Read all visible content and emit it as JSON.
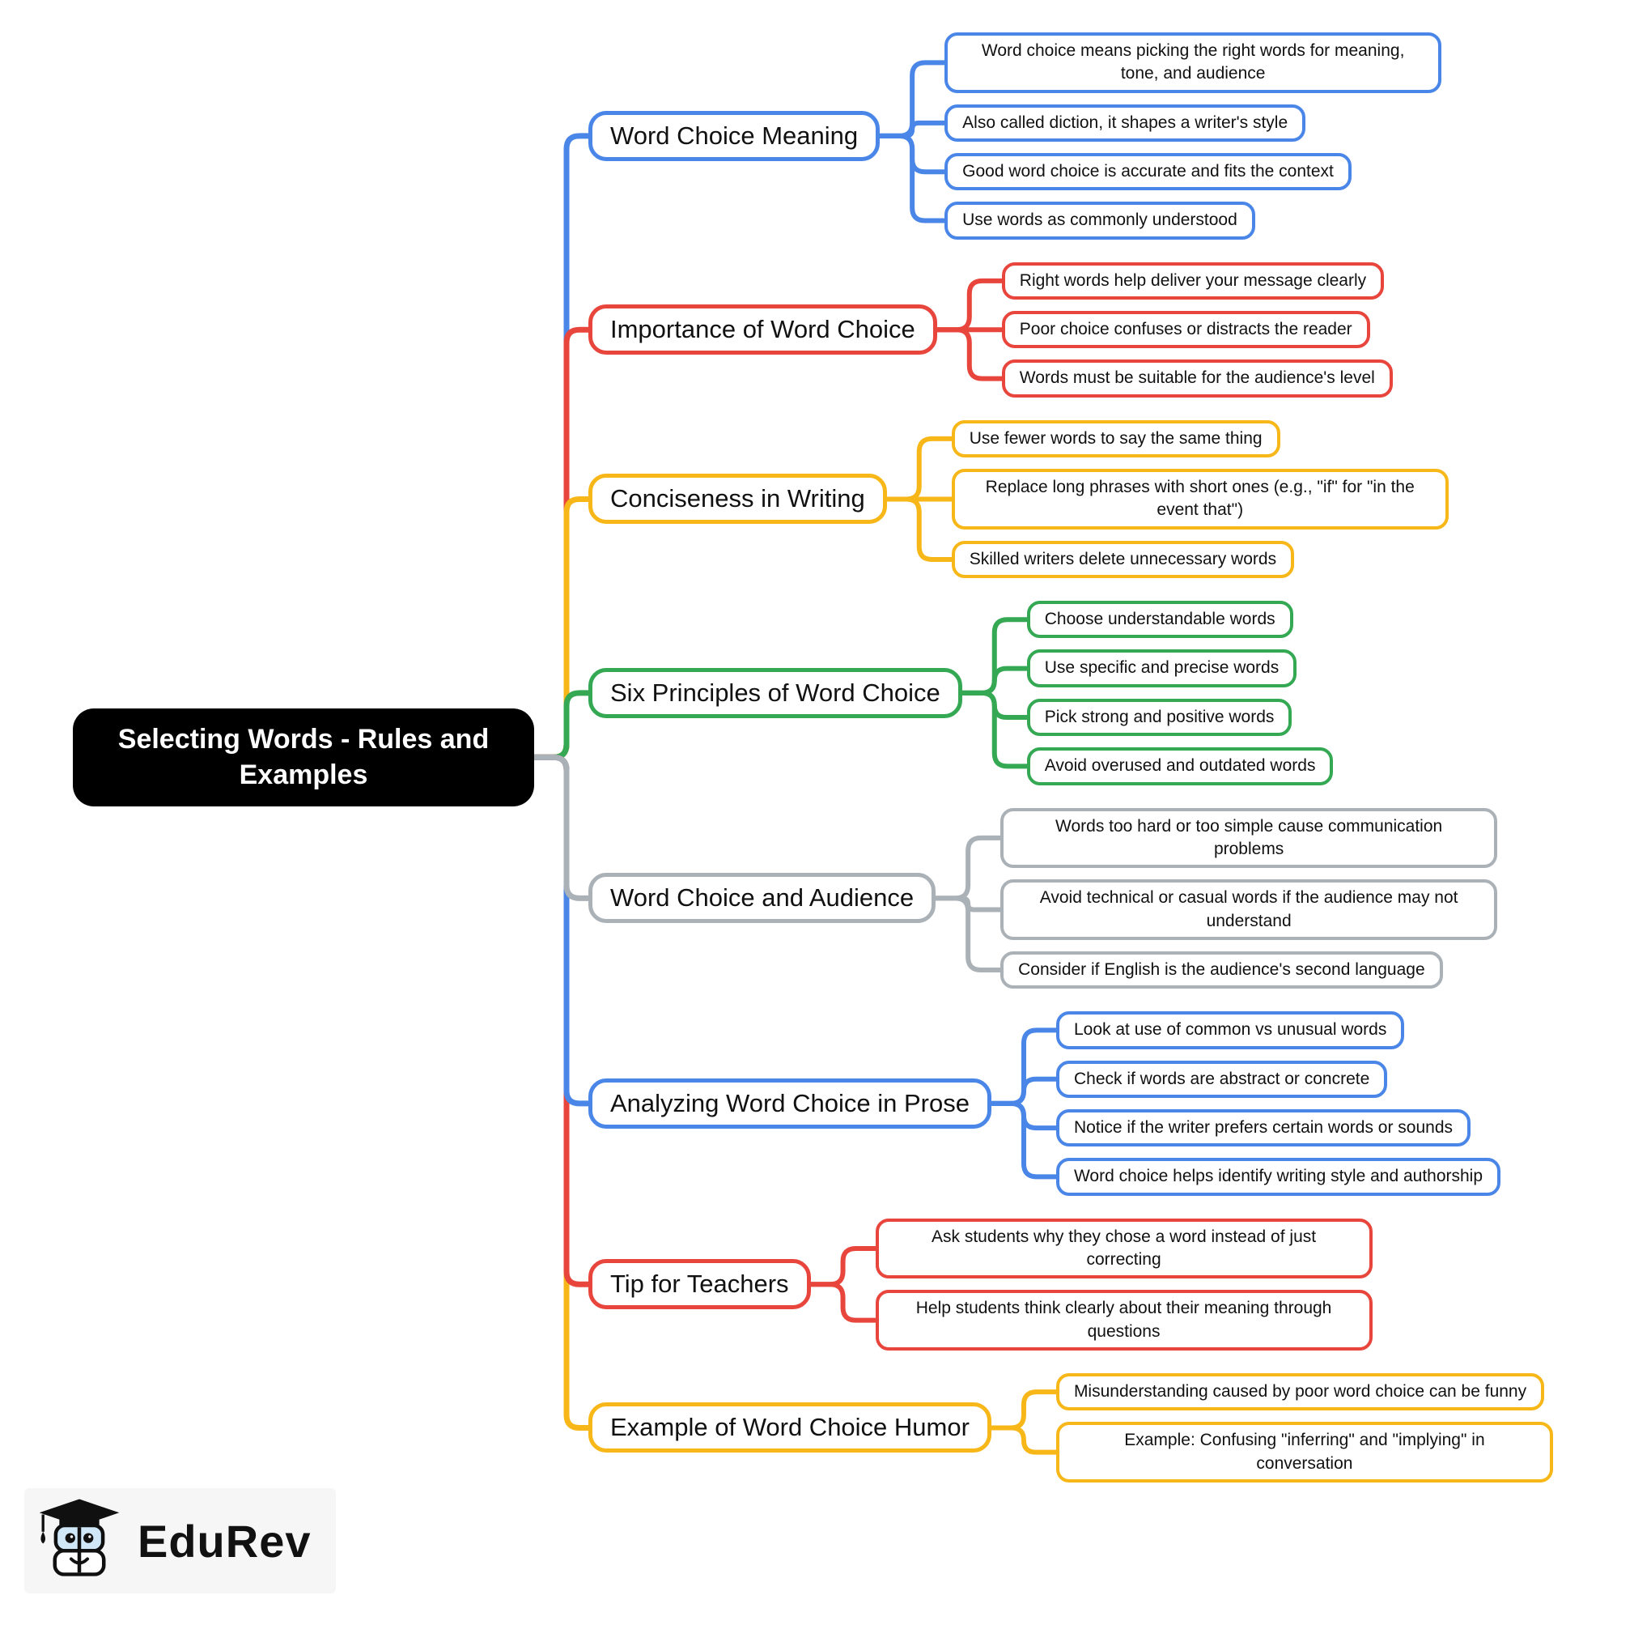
{
  "central": {
    "label": "Selecting Words - Rules and Examples",
    "bg": "#000000",
    "text_color": "#ffffff"
  },
  "branches": [
    {
      "label": "Word Choice Meaning",
      "color": "#4A86E8",
      "leaves": [
        "Word choice means picking the right words for meaning, tone, and audience",
        "Also called diction, it shapes a writer's style",
        "Good word choice is accurate and fits the context",
        "Use words as commonly understood"
      ]
    },
    {
      "label": "Importance of Word Choice",
      "color": "#E8453C",
      "leaves": [
        "Right words help deliver your message clearly",
        "Poor choice confuses or distracts the reader",
        "Words must be suitable for the audience's level"
      ]
    },
    {
      "label": "Conciseness in Writing",
      "color": "#F7B718",
      "leaves": [
        "Use fewer words to say the same thing",
        "Replace long phrases with short ones (e.g., \"if\" for \"in the event that\")",
        "Skilled writers delete unnecessary words"
      ]
    },
    {
      "label": "Six Principles of Word Choice",
      "color": "#34A853",
      "leaves": [
        "Choose understandable words",
        "Use specific and precise words",
        "Pick strong and positive words",
        "Avoid overused and outdated words"
      ]
    },
    {
      "label": "Word Choice and Audience",
      "color": "#AAB1B7",
      "leaves": [
        "Words too hard or too simple cause communication problems",
        "Avoid technical or casual words if the audience may not understand",
        "Consider if English is the audience's second language"
      ]
    },
    {
      "label": "Analyzing Word Choice in Prose",
      "color": "#4A86E8",
      "leaves": [
        "Look at use of common vs unusual words",
        "Check if words are abstract or concrete",
        "Notice if the writer prefers certain words or sounds",
        "Word choice helps identify writing style and authorship"
      ]
    },
    {
      "label": "Tip for Teachers",
      "color": "#E8453C",
      "leaves": [
        "Ask students why they chose a word instead of just correcting",
        "Help students think clearly about their meaning through questions"
      ]
    },
    {
      "label": "Example of Word Choice Humor",
      "color": "#F7B718",
      "leaves": [
        "Misunderstanding caused by poor word choice can be funny",
        "Example: Confusing \"inferring\" and \"implying\" in conversation"
      ]
    }
  ],
  "logo": {
    "text": "EduRev"
  }
}
